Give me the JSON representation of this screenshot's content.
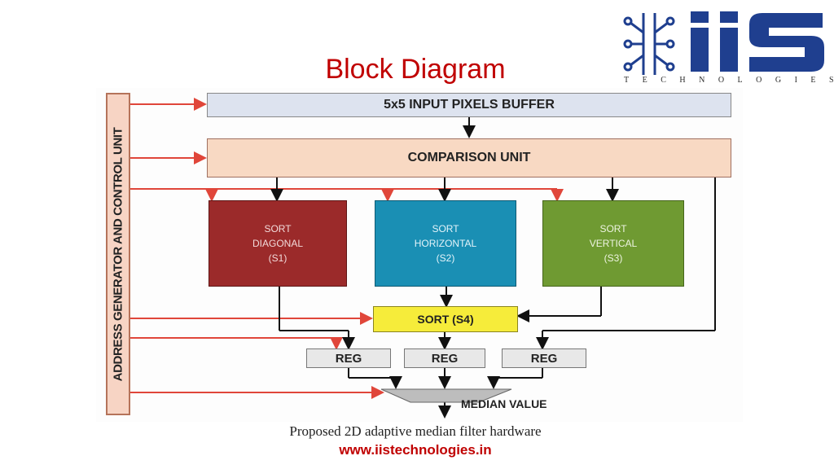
{
  "slide": {
    "title": "Block Diagram",
    "footer_url": "www.iistechnologies.in",
    "caption": "Proposed 2D adaptive median filter hardware"
  },
  "logo": {
    "mark": "iis",
    "subtitle": "TECHNOLOGIES",
    "color": "#1f3f8f"
  },
  "diagram": {
    "control_unit": "ADDRESS GENERATOR AND CONTROL UNIT",
    "input_buffer": "5x5 INPUT PIXELS BUFFER",
    "comparison_unit": "COMPARISON UNIT",
    "sort_diagonal": [
      "SORT",
      "DIAGONAL",
      "(S1)"
    ],
    "sort_horizontal": [
      "SORT",
      "HORIZONTAL",
      "(S2)"
    ],
    "sort_vertical": [
      "SORT",
      "VERTICAL",
      "(S3)"
    ],
    "sort_s4": "SORT (S4)",
    "reg": [
      "REG",
      "REG",
      "REG"
    ],
    "output": "MEDIAN VALUE",
    "colors": {
      "control_unit": "#f7d4c4",
      "buffer": "#dde3ef",
      "comparison": "#f8d9c3",
      "diagonal": "#9b2a2a",
      "horizontal": "#1a8fb4",
      "vertical": "#6f9a32",
      "sort4": "#f6ec3a",
      "reg": "#e8e8e8",
      "red_arrow": "#e0463a"
    }
  }
}
